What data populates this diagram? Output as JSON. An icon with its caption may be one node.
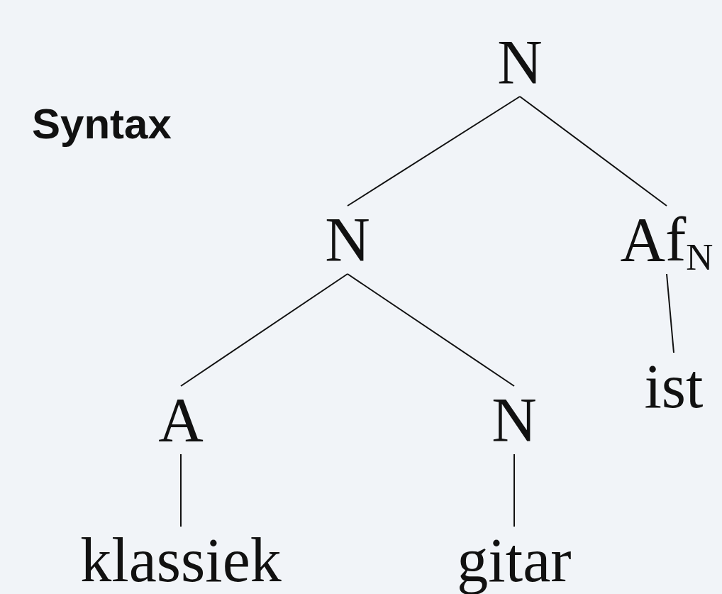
{
  "diagram": {
    "title": "Syntax",
    "nodes": [
      {
        "text": [
          "N"
        ]
      },
      {
        "text": [
          "N"
        ]
      },
      {
        "text": [
          "Af$_{N}$"
        ]
      },
      {
        "text": [
          "A"
        ]
      },
      {
        "text": [
          "N"
        ]
      },
      {
        "text": [
          "ist"
        ]
      },
      {
        "text": [
          "klassiek"
        ]
      },
      {
        "text": [
          "gitar"
        ]
      }
    ],
    "edges": [
      {
        "from": 0,
        "to": 1,
        "arrow": "none"
      },
      {
        "from": 0,
        "to": 2,
        "arrow": "none"
      },
      {
        "from": 1,
        "to": 3,
        "arrow": "none"
      },
      {
        "from": 1,
        "to": 4,
        "arrow": "none"
      },
      {
        "from": 2,
        "to": 5,
        "arrow": "none"
      },
      {
        "from": 3,
        "to": 6,
        "arrow": "none"
      },
      {
        "from": 4,
        "to": 7,
        "arrow": "none"
      }
    ]
  }
}
